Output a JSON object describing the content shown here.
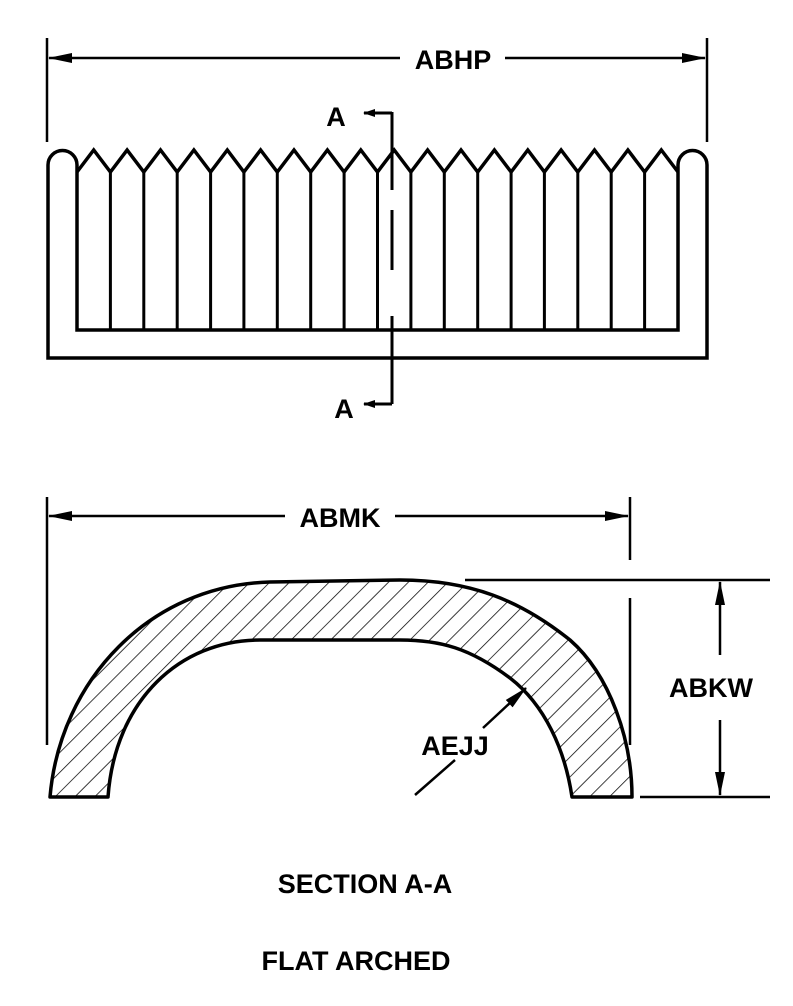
{
  "labels": {
    "overall_length": "ABHP",
    "section_mark_top": "A",
    "section_mark_bottom": "A",
    "section_width": "ABMK",
    "section_height": "ABKW",
    "thickness": "AEJJ"
  },
  "captions": {
    "section": "SECTION A-A",
    "type": "FLAT ARCHED"
  },
  "colors": {
    "ink": "#000000",
    "paper": "#ffffff"
  }
}
